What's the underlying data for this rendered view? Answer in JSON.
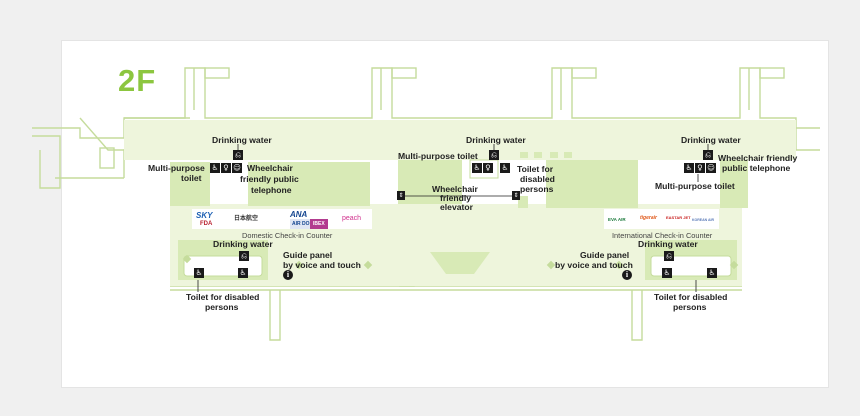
{
  "map": {
    "floor": "2F",
    "colors": {
      "accent": "#8cc63f",
      "corridor": "#eef5dc",
      "block": "#d8eab6",
      "outline": "#c5dc9c",
      "icon": "#1a1a1a"
    },
    "labels": {
      "drinking_water_1": "Drinking water",
      "drinking_water_2": "Drinking water",
      "drinking_water_3": "Drinking water",
      "drinking_water_4": "Drinking water",
      "drinking_water_5": "Drinking water",
      "multi_purpose_1_line1": "Multi-purpose",
      "multi_purpose_1_line2": "toilet",
      "multi_purpose_2": "Multi-purpose toilet",
      "multi_purpose_3": "Multi-purpose toilet",
      "wheelchair_phone_1_l1": "Wheelchair",
      "wheelchair_phone_1_l2": "friendly public",
      "wheelchair_phone_1_l3": "telephone",
      "wheelchair_phone_2_l1": "Wheelchair friendly",
      "wheelchair_phone_2_l2": "public telephone",
      "toilet_disabled_c_l1": "Toilet for",
      "toilet_disabled_c_l2": "disabled",
      "toilet_disabled_c_l3": "persons",
      "elevator_l1": "Wheelchair",
      "elevator_l2": "friendly",
      "elevator_l3": "elevator",
      "toilet_disabled_l_l1": "Toilet for disabled",
      "toilet_disabled_l_l2": "persons",
      "toilet_disabled_r_l1": "Toilet for disabled",
      "toilet_disabled_r_l2": "persons",
      "guide_panel_1_l1": "Guide panel",
      "guide_panel_1_l2": "by voice and touch",
      "guide_panel_2_l1": "Guide panel",
      "guide_panel_2_l2": "by voice and touch",
      "domestic_counter": "Domestic Check-in Counter",
      "international_counter": "International Check-in Counter"
    },
    "airline_logos": {
      "skymark": "SKY",
      "fda": "FDA",
      "jal": "日本航空",
      "ana": "ANA",
      "airdo": "AIR DO",
      "ibex": "IBEX",
      "peach": "peach",
      "eva": "EVA AIR",
      "tigerair": "tigerair",
      "eastar": "EASTAR JET",
      "korean": "KOREAN AIR"
    },
    "icons": {
      "water": "drinking-water",
      "wheelchair": "wheelchair",
      "toilet": "toilet",
      "phone": "telephone",
      "info": "i",
      "elevator": "elevator"
    }
  }
}
